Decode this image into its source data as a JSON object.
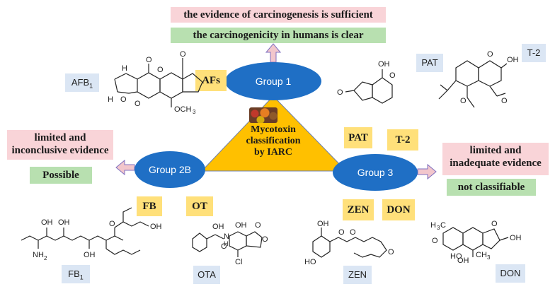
{
  "group1": {
    "label": "Group 1",
    "evidence": "the evidence of carcinogenesis is sufficient",
    "conclusion": "the carcinogenicity in humans is clear",
    "mycotoxins": "AFs"
  },
  "group2b": {
    "label": "Group 2B",
    "evidence_line1": "limited and",
    "evidence_line2": "inconclusive evidence",
    "conclusion": "Possible",
    "mycotoxin_a": "FB",
    "mycotoxin_b": "OT"
  },
  "group3": {
    "label": "Group 3",
    "evidence_line1": "limited and",
    "evidence_line2": "inadequate evidence",
    "conclusion": "not classifiable",
    "mycotoxin_a": "PAT",
    "mycotoxin_b": "T-2",
    "mycotoxin_c": "ZEN",
    "mycotoxin_d": "DON"
  },
  "center": {
    "line1": "Mycotoxin",
    "line2": "classification",
    "line3": "by  IARC"
  },
  "structures": {
    "afb1": {
      "name": "AFB",
      "sub": "1",
      "h1": "H",
      "h2": "H",
      "o1": "O",
      "o2": "O",
      "o3": "O",
      "o4": "O",
      "o5": "O",
      "och3": "OCH",
      "och3_sub": "3"
    },
    "pat": {
      "name": "PAT",
      "oh": "OH",
      "o1": "O",
      "o2": "O"
    },
    "t2": {
      "name": "T-2",
      "oh": "OH",
      "o1": "O",
      "o2": "O",
      "o3": "O"
    },
    "fb1": {
      "name": "FB",
      "sub": "1",
      "oh1": "OH",
      "oh2": "OH",
      "oh3": "OH",
      "nh2": "NH",
      "nh2_sub": "2",
      "o": "O",
      "oh4": "OH"
    },
    "ota": {
      "name": "OTA",
      "oh1": "OH",
      "oh2": "OH",
      "o1": "O",
      "o2": "O",
      "o3": "O",
      "nh": "N",
      "h": "H",
      "cl": "Cl"
    },
    "zen": {
      "name": "ZEN",
      "oh1": "OH",
      "ho": "HO",
      "o1": "O",
      "o2": "O",
      "o3": "O"
    },
    "don": {
      "name": "DON",
      "h3c": "H",
      "h3c_sub": "3",
      "h3c_c": "C",
      "oh1": "OH",
      "ho": "HO",
      "ch3": "CH",
      "ch3_sub": "3",
      "oh2": "OH",
      "o1": "O",
      "o2": "O"
    }
  },
  "colors": {
    "group_fill": "#1f6fc5",
    "triangle_fill": "#ffc000",
    "pink": "#f9d4d8",
    "green": "#b8e0b0",
    "yellow": "#ffe07a",
    "blue_tag": "#dbe6f4",
    "arrow_fill": "#f2c6cc",
    "arrow_stroke": "#7f6fbf"
  },
  "icons": {
    "center": "spice-bowls-photo"
  }
}
